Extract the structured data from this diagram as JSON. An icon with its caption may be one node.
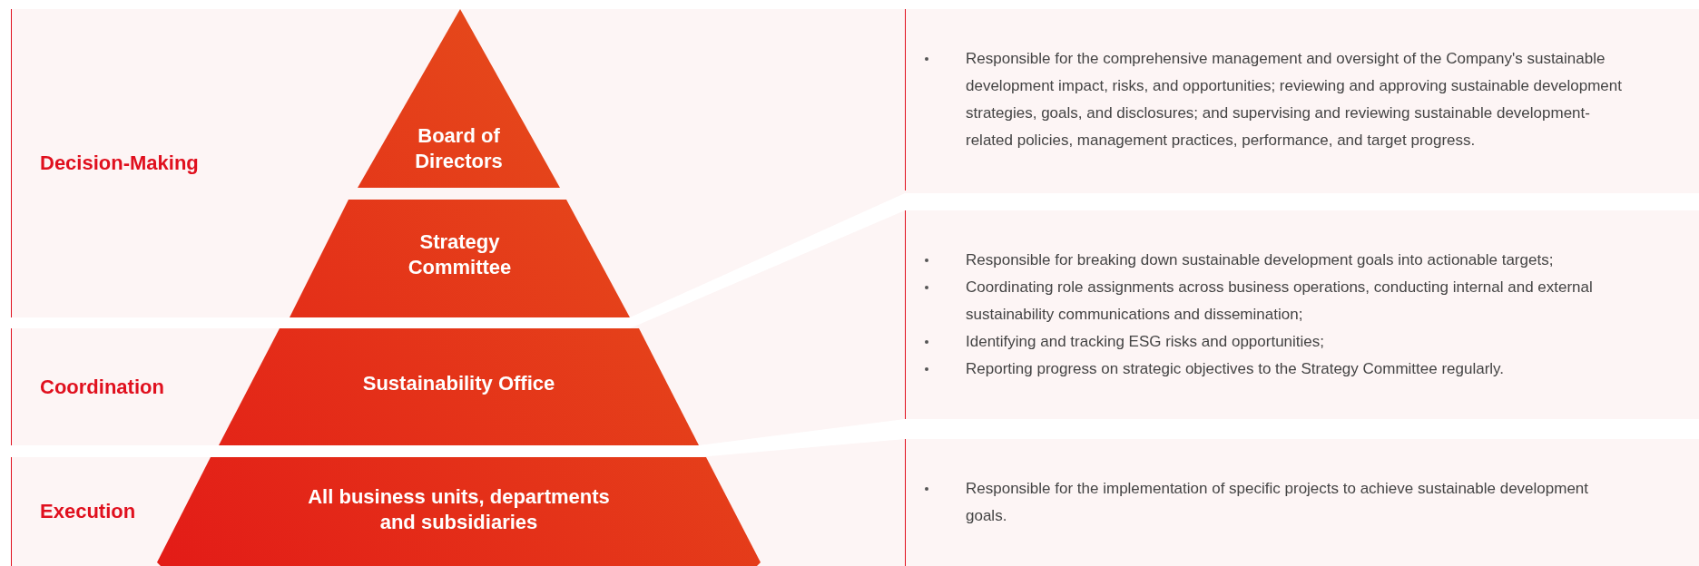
{
  "diagram": {
    "nodes": [
      {
        "text": [
          "Decision-Making"
        ]
      },
      {
        "text": [
          "Coordination"
        ]
      },
      {
        "text": [
          "Execution"
        ]
      },
      {
        "text": [
          "Board of Directors"
        ]
      },
      {
        "text": [
          "Strategy Committee"
        ]
      },
      {
        "text": [
          "Sustainability Office"
        ]
      },
      {
        "text": [
          "All business units, departments and subsidiaries"
        ]
      },
      {
        "text": [
          "Responsible for the comprehensive management and oversight of the Company's sustainable development impact, risks, and opportunities; reviewing and approving sustainable development strategies, goals, and disclosures; and supervising and reviewing sustainable development-related policies, management practices, performance, and target progress."
        ]
      },
      {
        "text": [
          "Responsible for breaking down sustainable development goals into actionable targets;",
          "Coordinating role assignments across business operations, conducting internal and external sustainability communications and dissemination;",
          "Identifying and tracking ESG risks and opportunities;",
          "Reporting progress on strategic objectives to the Strategy Committee regularly."
        ]
      },
      {
        "text": [
          "Responsible for the implementation of specific projects to achieve sustainable development goals."
        ]
      }
    ]
  }
}
